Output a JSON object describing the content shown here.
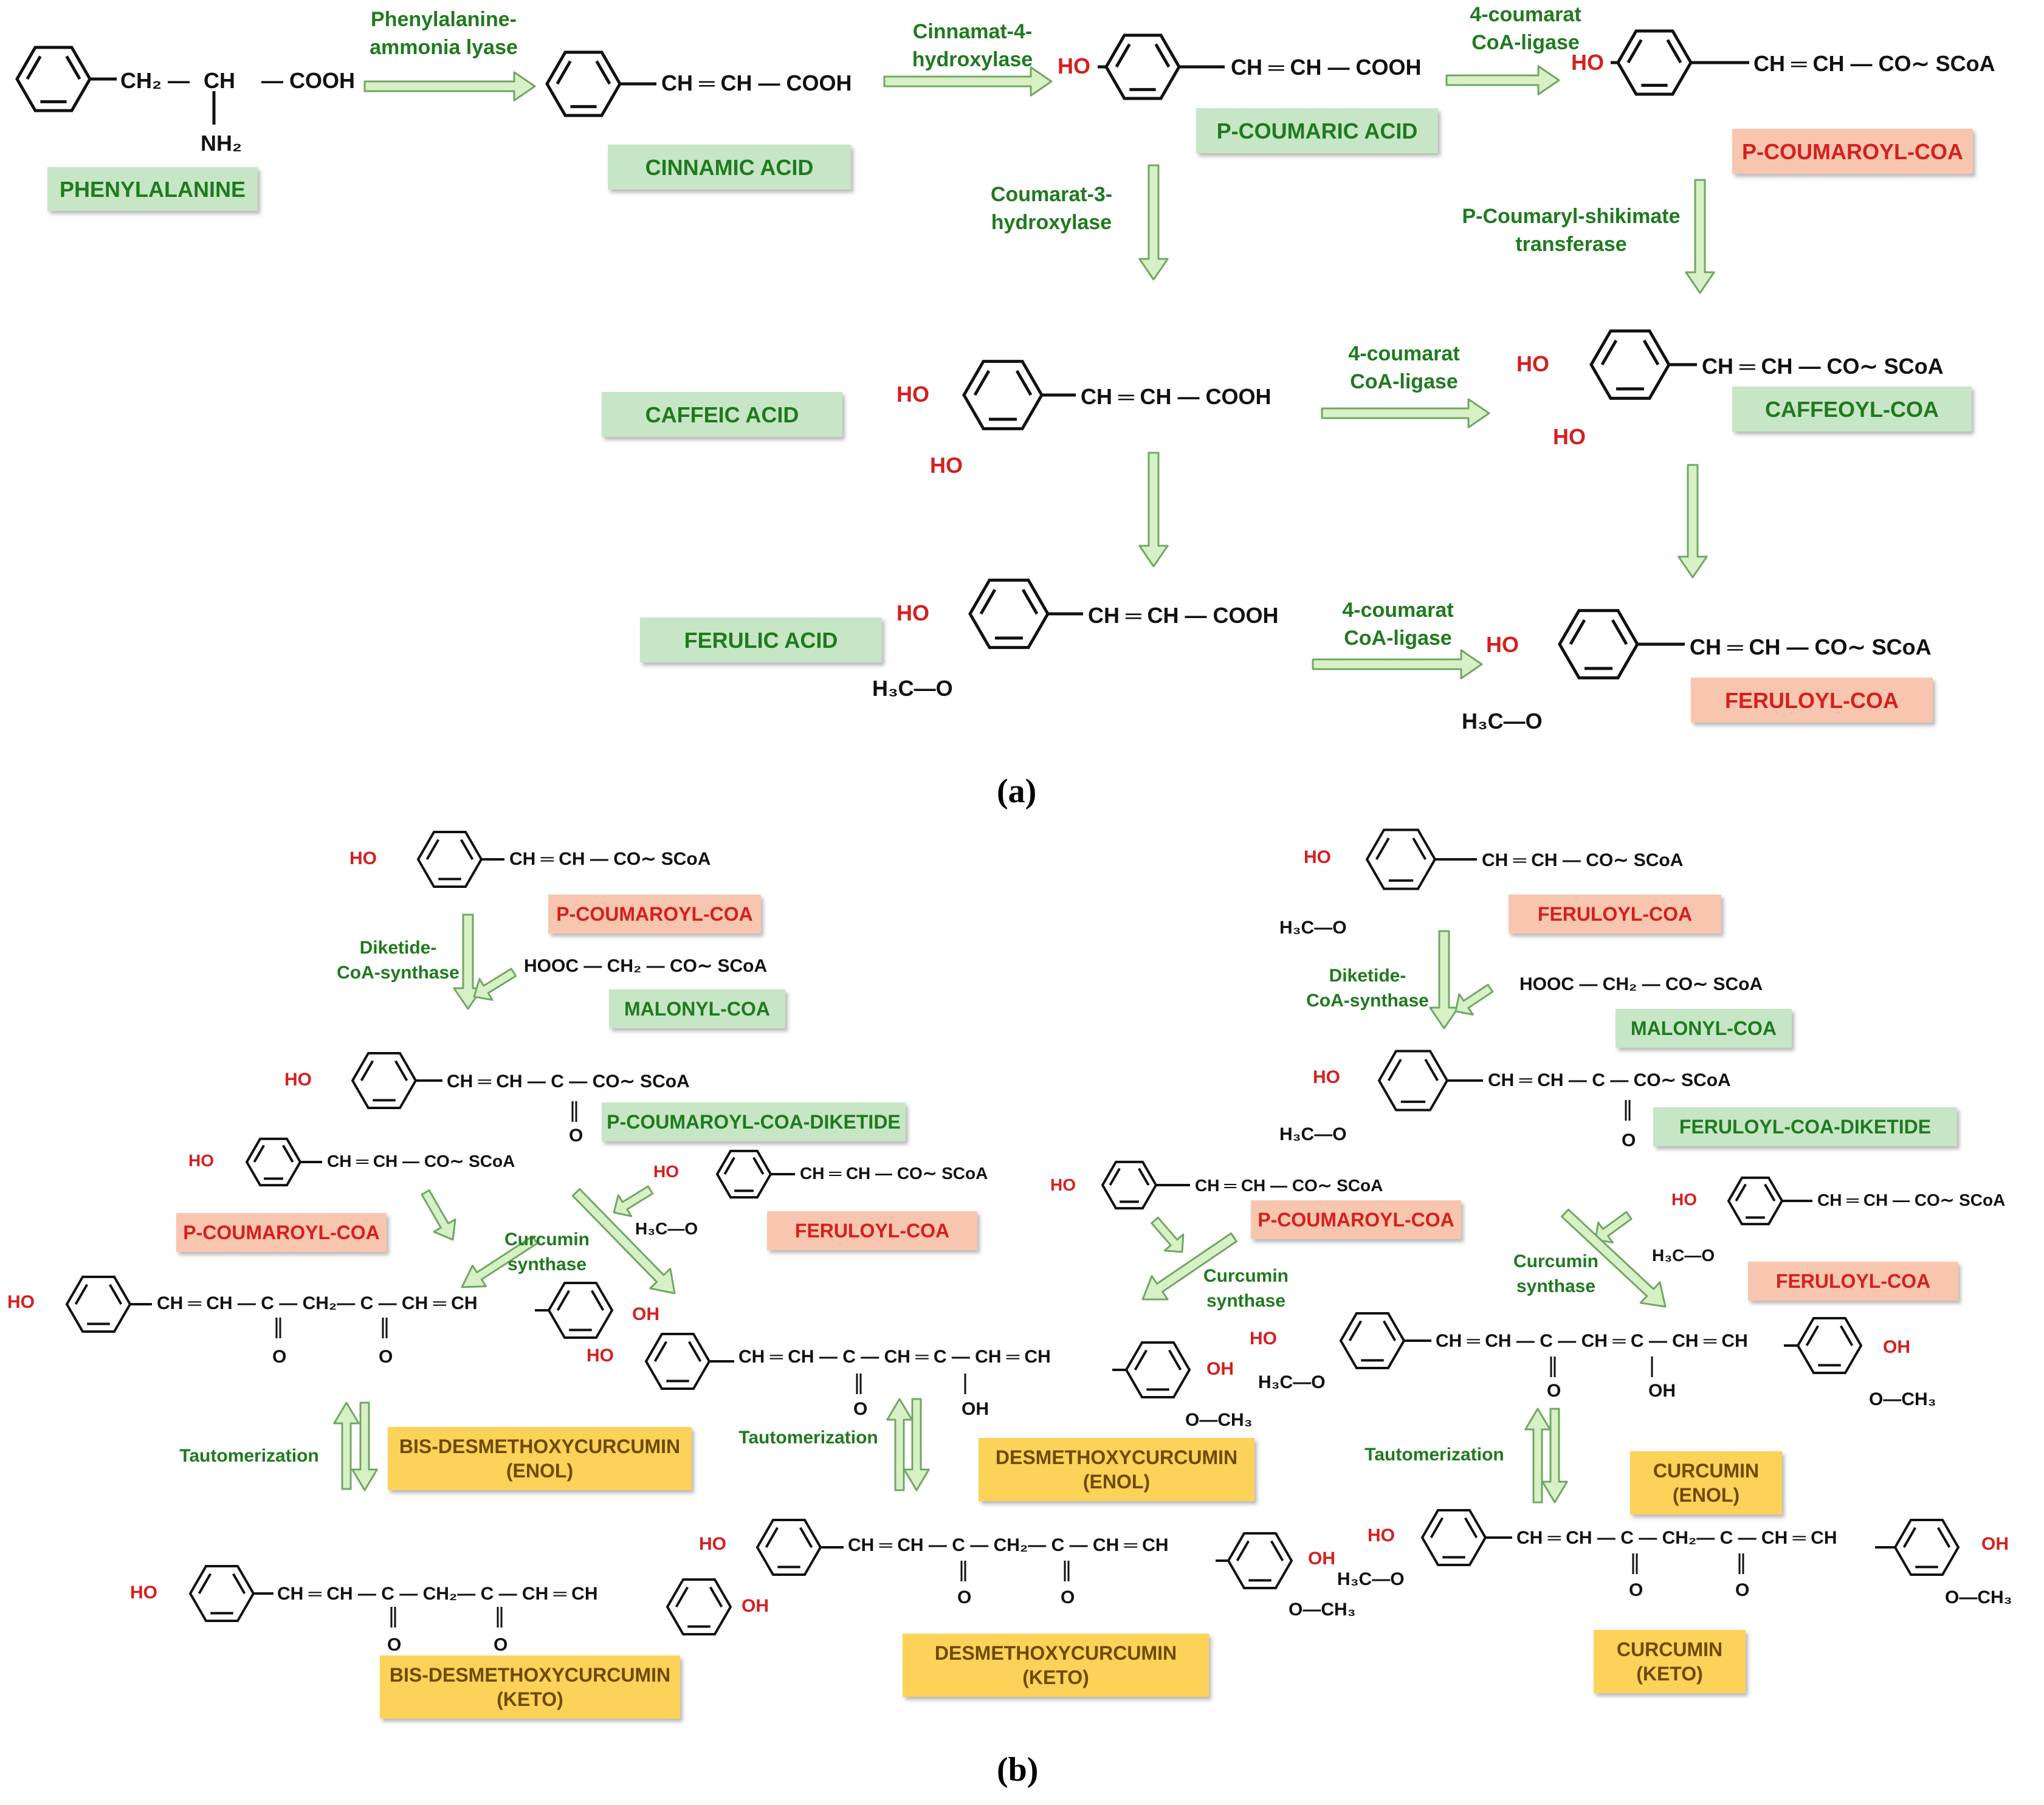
{
  "panels": {
    "a": "(a)",
    "b": "(b)"
  },
  "colors": {
    "green_box": "#c6e6c5",
    "green_text": "#1f7a1f",
    "salmon_box": "#f8c6ae",
    "red_text": "#d51f1f",
    "gold_box": "#fcd259",
    "gold_text": "#6e4a00",
    "arrow_fill": "#d8f0c6",
    "arrow_stroke": "#6fa862"
  },
  "compounds": {
    "phenylalanine": "PHENYLALANINE",
    "cinnamic_acid": "CINNAMIC ACID",
    "p_coumaric_acid": "P-COUMARIC ACID",
    "p_coumaroyl_coa": "P-COUMAROYL-COA",
    "caffeic_acid": "CAFFEIC ACID",
    "caffeoyl_coa": "CAFFEOYL-COA",
    "ferulic_acid": "FERULIC ACID",
    "feruloyl_coa": "FERULOYL-COA",
    "malonyl_coa": "MALONYL-COA",
    "p_coumaroyl_coa_diketide": "P-COUMAROYL-COA-DIKETIDE",
    "feruloyl_coa_diketide": "FERULOYL-COA-DIKETIDE",
    "bdmc_enol": [
      "BIS-DESMETHOXYCURCUMIN",
      "(ENOL)"
    ],
    "bdmc_keto": [
      "BIS-DESMETHOXYCURCUMIN",
      "(KETO)"
    ],
    "dmc_enol": [
      "DESMETHOXYCURCUMIN",
      "(ENOL)"
    ],
    "dmc_keto": [
      "DESMETHOXYCURCUMIN",
      "(KETO)"
    ],
    "cur_enol": [
      "CURCUMIN",
      "(ENOL)"
    ],
    "cur_keto": [
      "CURCUMIN",
      "(KETO)"
    ]
  },
  "enzymes": {
    "pal": "Phenylalanine-\nammonia lyase",
    "c4h": "Cinnamat-4-\nhydroxylase",
    "c4cl_1": "4-coumarat\nCoA-ligase",
    "c3h": "Coumarat-3-\nhydroxylase",
    "hct": "P-Coumaryl-shikimate\ntransferase",
    "c4cl_2": "4-coumarat\nCoA-ligase",
    "c4cl_3": "4-coumarat\nCoA-ligase",
    "dcs_1": "Diketide-\nCoA-synthase",
    "dcs_2": "Diketide-\nCoA-synthase",
    "curs_1": "Curcumin\nsynthase",
    "curs_2": "Curcumin\nsynthase",
    "curs_3": "Curcumin\nsynthase",
    "taut_1": "Tautomerization",
    "taut_2": "Tautomerization",
    "taut_3": "Tautomerization"
  },
  "fragments": {
    "ho": "HO",
    "oh": "OH",
    "o": "O",
    "ch2": "CH₂",
    "ch": "CH",
    "nh2": "NH₂",
    "c": "C",
    "h3c_o": "H₃C—O",
    "o_ch3": "O—CH₃",
    "cooh": "— COOH",
    "phe_chain": "CH₂ —",
    "cinnamic_chain": "CH ═ CH — COOH",
    "cinnamic_coa": "CH ═ CH — CO∼ SCoA",
    "malonyl": "HOOC — CH₂ — CO∼ SCoA",
    "diketide_chain": "CH ═ CH — C — CO∼ SCoA",
    "bdmc_enol_chain": "CH ═ CH — C — CH₂— C — CH ═ CH",
    "dmc_enol_chain": "CH ═ CH — C — CH ═ C — CH ═ CH",
    "keto_chain": "CH ═ CH — C — CH₂— C — CH ═ CH"
  }
}
